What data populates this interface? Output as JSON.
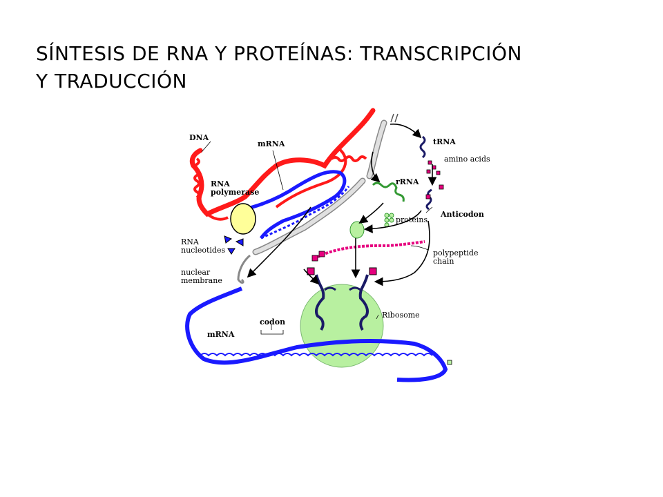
{
  "slide": {
    "title_line1": "SÍNTESIS DE RNA Y PROTEÍNAS: TRANSCRIPCIÓN",
    "title_line2": "Y TRADUCCIÓN"
  },
  "diagram": {
    "labels": {
      "dna": "DNA",
      "mrna_top": "mRNA",
      "rna": "RNA",
      "polymerase": "polymerase",
      "trna": "tRNA",
      "amino_acids": "amino acids",
      "rrna": "rRNA",
      "anticodon": "Anticodon",
      "proteins": "proteins",
      "rna_nucleotides_1": "RNA",
      "rna_nucleotides_2": "nucleotides",
      "polypeptide_1": "polypeptide",
      "polypeptide_2": "chain",
      "nuclear_1": "nuclear",
      "nuclear_2": "membrane",
      "ribosome": "Ribosome",
      "codon": "codon",
      "mrna_bottom": "mRNA"
    },
    "colors": {
      "dna_strand": "#ff1a1a",
      "mrna_strand": "#1a1aff",
      "ribosome": "#b8f0a0",
      "polymerase": "#ffff99",
      "amino_acid": "#e6007e",
      "trna": "#1a1a66",
      "rrna": "#339933",
      "membrane": "#d9d9d9"
    }
  }
}
